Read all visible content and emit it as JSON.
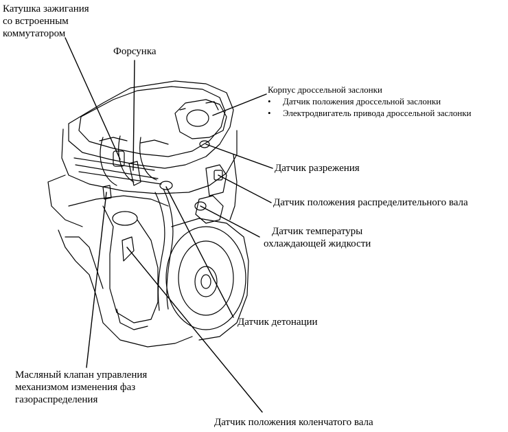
{
  "labels": {
    "ignition_coil": [
      "Катушка зажигания",
      "со встроенным",
      "коммутатором"
    ],
    "injector": "Форсунка",
    "throttle_body": {
      "title": "Корпус дроссельной заслонки",
      "items": [
        "Датчик положения дроссельной заслонки",
        "Электродвигатель привода дроссельной заслонки"
      ]
    },
    "map_sensor": "Датчик разрежения",
    "camshaft_sensor": "Датчик положения распределительного вала",
    "coolant_temp_sensor": [
      "Датчик температуры",
      "охлаждающей жидкости"
    ],
    "knock_sensor": "Датчик детонации",
    "ocv": [
      "Масляный клапан управления",
      "механизмом изменения фаз",
      "газораспределения"
    ],
    "crankshaft_sensor": "Датчик положения коленчатого вала"
  },
  "bullet_symbol": "•"
}
